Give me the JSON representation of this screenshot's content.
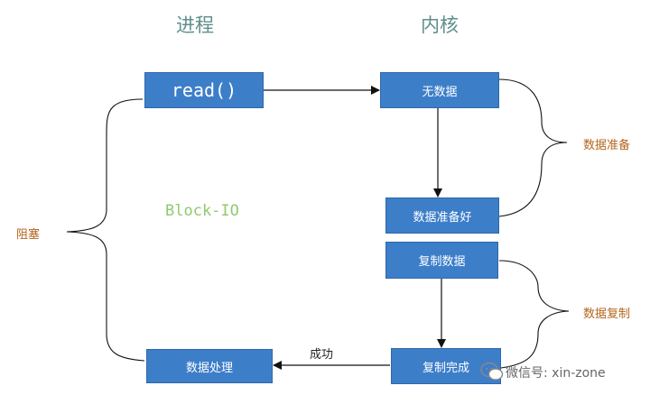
{
  "headings": {
    "process": "进程",
    "kernel": "内核"
  },
  "boxes": {
    "read": "read()",
    "no_data": "无数据",
    "data_ready": "数据准备好",
    "copy_data": "复制数据",
    "copy_done": "复制完成",
    "process_data": "数据处理"
  },
  "labels": {
    "blocked": "阻塞",
    "prepare": "数据准备",
    "copy": "数据复制",
    "success": "成功",
    "mode": "Block-IO"
  },
  "watermark": {
    "text": "微信号: xin-zone"
  },
  "colors": {
    "box": "#3d7ec9",
    "heading": "#5e8f8c",
    "label": "#b5651d",
    "mode": "#8fca6e"
  }
}
